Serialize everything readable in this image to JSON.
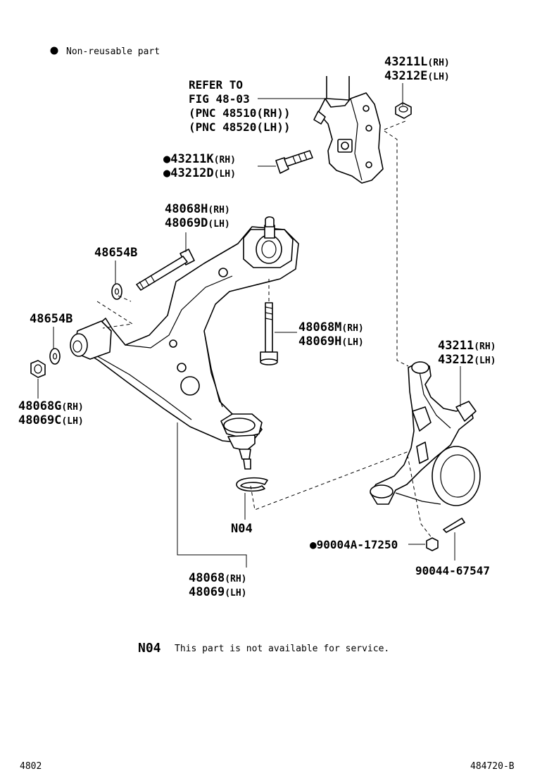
{
  "legend": {
    "symbol": "●",
    "text": "Non-reusable part"
  },
  "refer": {
    "line1": "REFER TO",
    "line2": "FIG 48-03",
    "line3": "(PNC 48510(RH))",
    "line4": "(PNC 48520(LH))"
  },
  "callouts": {
    "nut_top_rh": "43211L",
    "nut_top_rh_suffix": "(RH)",
    "nut_top_lh": "43212E",
    "nut_top_lh_suffix": "(LH)",
    "bolt_strut_rh": "●43211K",
    "bolt_strut_rh_suffix": "(RH)",
    "bolt_strut_lh": "●43212D",
    "bolt_strut_lh_suffix": "(LH)",
    "bolt_front_rh": "48068H",
    "bolt_front_rh_suffix": "(RH)",
    "bolt_front_lh": "48069D",
    "bolt_front_lh_suffix": "(LH)",
    "washer_upper": "48654B",
    "washer_lower": "48654B",
    "nut_bush_rh": "48068G",
    "nut_bush_rh_suffix": "(RH)",
    "nut_bush_lh": "48069C",
    "nut_bush_lh_suffix": "(LH)",
    "bolt_rear_rh": "48068M",
    "bolt_rear_rh_suffix": "(RH)",
    "bolt_rear_lh": "48069H",
    "bolt_rear_lh_suffix": "(LH)",
    "knuckle_rh": "43211",
    "knuckle_rh_suffix": "(RH)",
    "knuckle_lh": "43212",
    "knuckle_lh_suffix": "(LH)",
    "ring": "N04",
    "nut_ball": "●90004A-17250",
    "pin": "90044-67547",
    "arm_rh": "48068",
    "arm_rh_suffix": "(RH)",
    "arm_lh": "48069",
    "arm_lh_suffix": "(LH)"
  },
  "note": {
    "code": "N04",
    "text": "This part is not available for service."
  },
  "footer": {
    "page": "4802",
    "figure": "484720-B"
  }
}
